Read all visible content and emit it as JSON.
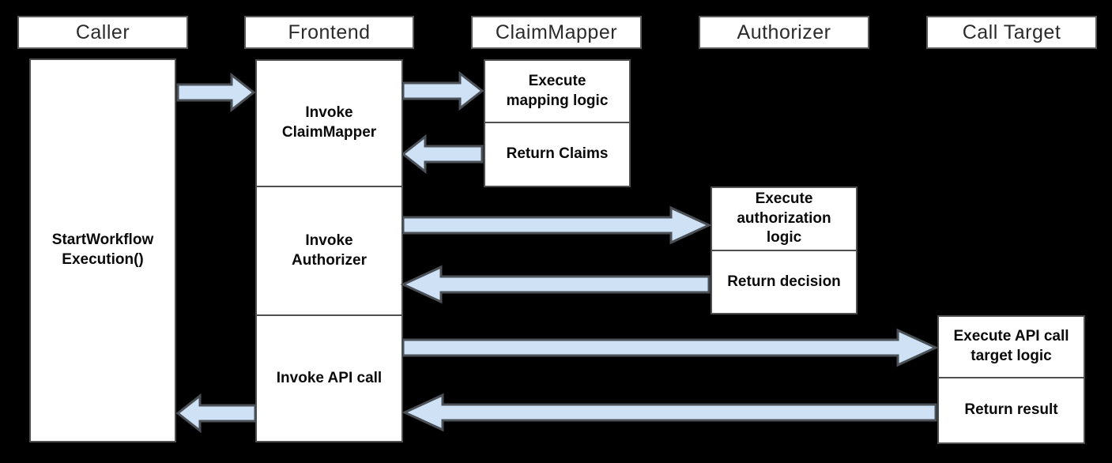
{
  "diagram": {
    "title_hint": "sequence-diagram",
    "colors": {
      "background": "#000000",
      "box_fill": "#ffffff",
      "box_border": "#4f4f4f",
      "header_border": "#595959",
      "arrow_fill": "#cfe1f4",
      "arrow_stroke": "#4a5056"
    },
    "actors": [
      {
        "id": "caller",
        "label": "Caller"
      },
      {
        "id": "frontend",
        "label": "Frontend"
      },
      {
        "id": "claimmapper",
        "label": "ClaimMapper"
      },
      {
        "id": "authorizer",
        "label": "Authorizer"
      },
      {
        "id": "calltarget",
        "label": "Call Target"
      }
    ],
    "activations": {
      "caller_exec": [
        "StartWorkflow",
        "Execution()"
      ],
      "fe_invoke_claimmapper": [
        "Invoke",
        "ClaimMapper"
      ],
      "fe_invoke_authorizer": [
        "Invoke",
        "Authorizer"
      ],
      "fe_invoke_api_call": [
        "Invoke API call"
      ],
      "cm_execute": [
        "Execute",
        "mapping logic"
      ],
      "cm_return": [
        "Return Claims"
      ],
      "az_execute": [
        "Execute",
        "authorization",
        "logic"
      ],
      "az_return": [
        "Return decision"
      ],
      "ct_execute": [
        "Execute API call",
        "target logic"
      ],
      "ct_return": [
        "Return result"
      ]
    },
    "messages": [
      {
        "from": "caller",
        "to": "frontend",
        "kind": "request"
      },
      {
        "from": "frontend",
        "to": "claimmapper",
        "kind": "request"
      },
      {
        "from": "claimmapper",
        "to": "frontend",
        "kind": "response"
      },
      {
        "from": "frontend",
        "to": "authorizer",
        "kind": "request"
      },
      {
        "from": "authorizer",
        "to": "frontend",
        "kind": "response"
      },
      {
        "from": "frontend",
        "to": "calltarget",
        "kind": "request"
      },
      {
        "from": "calltarget",
        "to": "frontend",
        "kind": "response"
      },
      {
        "from": "frontend",
        "to": "caller",
        "kind": "response"
      }
    ]
  }
}
